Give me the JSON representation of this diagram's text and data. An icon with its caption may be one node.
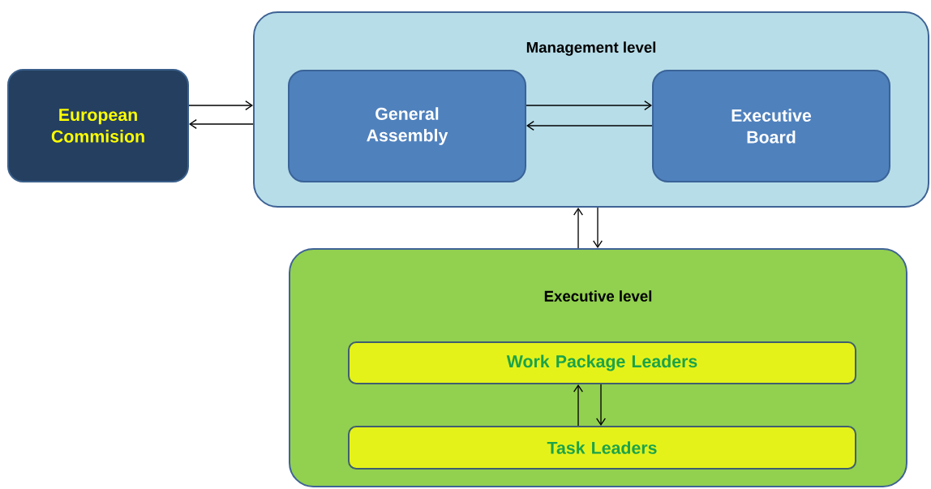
{
  "diagram": {
    "nodes": [
      {
        "text": [
          "European Commision"
        ]
      },
      {
        "text": [
          "Management level"
        ]
      },
      {
        "text": [
          "General Assembly"
        ],
        "in": 1
      },
      {
        "text": [
          "Executive Board"
        ],
        "in": 1
      },
      {
        "text": [
          "Executive level"
        ]
      },
      {
        "text": [
          "Work Package Leaders"
        ],
        "in": 4
      },
      {
        "text": [
          "Task Leaders"
        ],
        "in": 4
      }
    ],
    "edges": [
      {
        "from": 0,
        "to": 1,
        "arrow": "to"
      },
      {
        "from": 1,
        "to": 0,
        "arrow": "to"
      },
      {
        "from": 2,
        "to": 3,
        "arrow": "to"
      },
      {
        "from": 3,
        "to": 2,
        "arrow": "to"
      },
      {
        "from": 4,
        "to": 1,
        "arrow": "to"
      },
      {
        "from": 1,
        "to": 4,
        "arrow": "to"
      },
      {
        "from": 6,
        "to": 5,
        "arrow": "to"
      },
      {
        "from": 5,
        "to": 6,
        "arrow": "to"
      }
    ]
  }
}
